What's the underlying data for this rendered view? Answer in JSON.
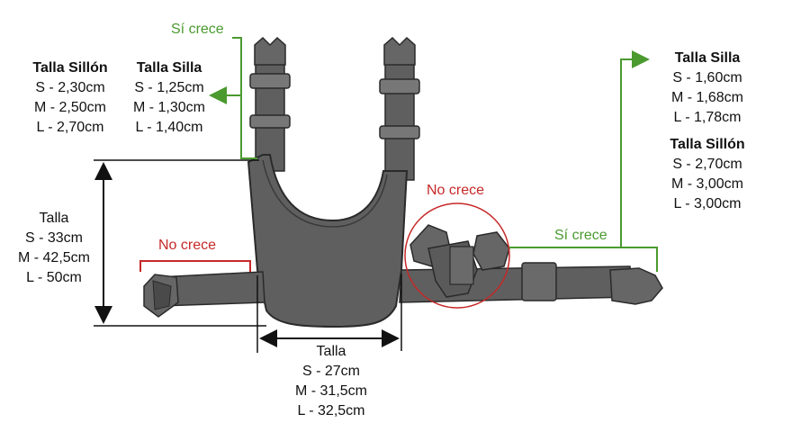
{
  "colors": {
    "green": "#4a9a2f",
    "red": "#c62828",
    "strap": "#5f5f5f",
    "outline": "#2a2a2a"
  },
  "labels": {
    "grows": "Sí crece",
    "grows_right": "Sí crece",
    "no_grow_left": "No crece",
    "no_grow_buckle": "No crece"
  },
  "left_block": {
    "armchair": {
      "title": "Talla Sillón",
      "s": "S - 2,30cm",
      "m": "M - 2,50cm",
      "l": "L - 2,70cm"
    },
    "chair": {
      "title": "Talla Silla",
      "s": "S - 1,25cm",
      "m": "M - 1,30cm",
      "l": "L - 1,40cm"
    }
  },
  "right_block": {
    "chair": {
      "title": "Talla Silla",
      "s": "S - 1,60cm",
      "m": "M - 1,68cm",
      "l": "L - 1,78cm"
    },
    "armchair": {
      "title": "Talla Sillón",
      "s": "S - 2,70cm",
      "m": "M - 3,00cm",
      "l": "L - 3,00cm"
    }
  },
  "height_block": {
    "title": "Talla",
    "s": "S - 33cm",
    "m": "M - 42,5cm",
    "l": "L - 50cm"
  },
  "width_block": {
    "title": "Talla",
    "s": "S - 27cm",
    "m": "M - 31,5cm",
    "l": "L - 32,5cm"
  }
}
